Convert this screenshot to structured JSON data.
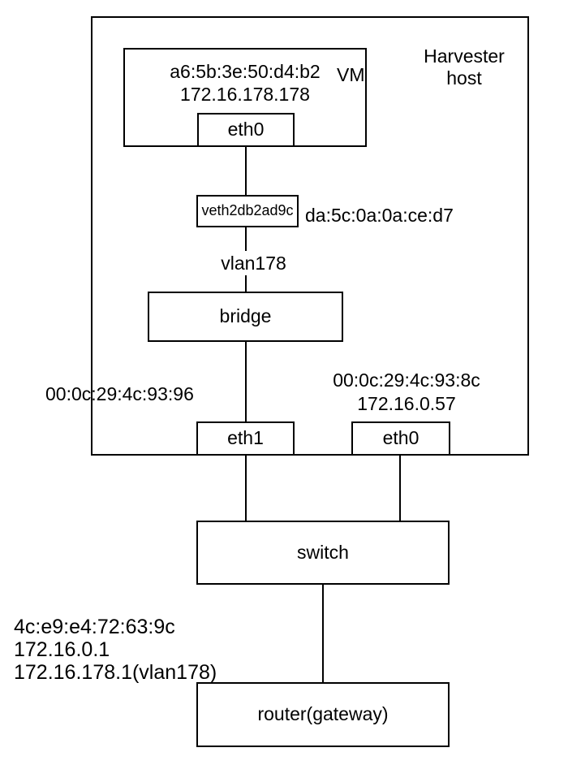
{
  "colors": {
    "stroke": "#000000",
    "background": "#ffffff",
    "text": "#000000"
  },
  "host": {
    "title_line1": "Harvester",
    "title_line2": "host"
  },
  "vm": {
    "mac": "a6:5b:3e:50:d4:b2",
    "ip": "172.16.178.178",
    "tag": "VM",
    "nic": "eth0"
  },
  "veth": {
    "name": "veth2db2ad9c",
    "mac": "da:5c:0a:0a:ce:d7"
  },
  "vlan": {
    "label": "vlan178"
  },
  "bridge": {
    "label": "bridge"
  },
  "uplinks": {
    "eth1": {
      "name": "eth1",
      "mac": "00:0c:29:4c:93:96"
    },
    "eth0": {
      "name": "eth0",
      "mac": "00:0c:29:4c:93:8c",
      "ip": "172.16.0.57"
    }
  },
  "switch": {
    "label": "switch"
  },
  "router": {
    "label": "router(gateway)",
    "mac": "4c:e9:e4:72:63:9c",
    "ip": "172.16.0.1",
    "vlan_ip": "172.16.178.1(vlan178)"
  }
}
